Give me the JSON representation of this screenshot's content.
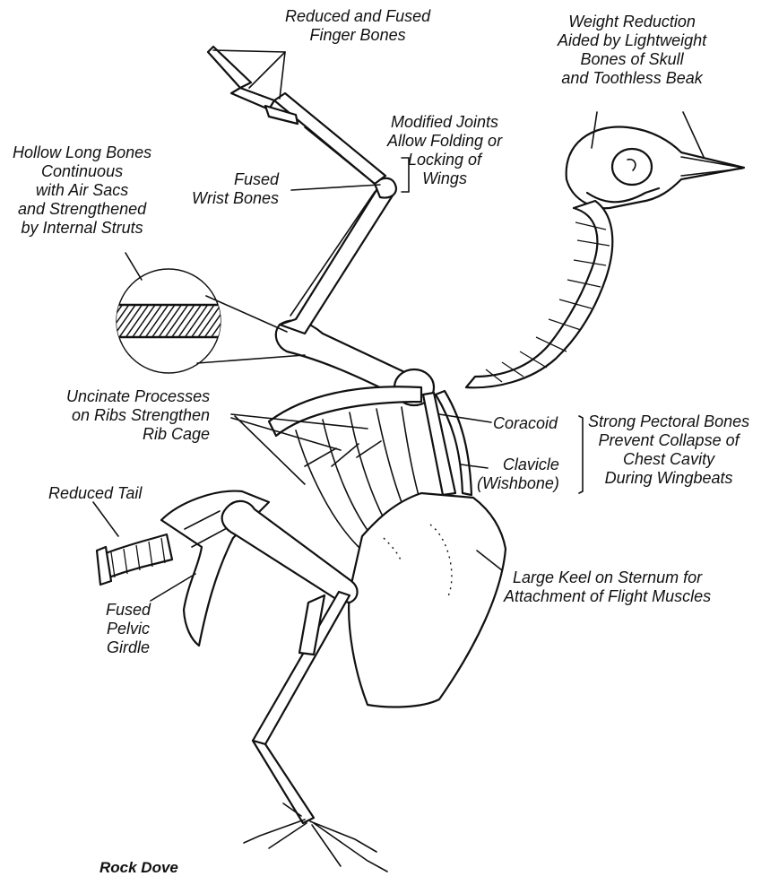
{
  "diagram": {
    "caption": "Rock Dove",
    "labels": {
      "finger_bones": "Reduced and Fused\nFinger Bones",
      "weight_reduction": "Weight Reduction\nAided by Lightweight\nBones of Skull\nand Toothless Beak",
      "modified_joints": "Modified Joints\nAllow Folding or\nLocking of\nWings",
      "hollow_bones": "Hollow Long Bones\nContinuous\nwith Air Sacs\nand Strengthened\nby Internal Struts",
      "wrist_bones": "Fused\nWrist Bones",
      "uncinate": "Uncinate Processes\non Ribs Strengthen\nRib Cage",
      "coracoid": "Coracoid",
      "clavicle": "Clavicle\n(Wishbone)",
      "pectoral": "Strong Pectoral Bones\nPrevent Collapse of\nChest Cavity\nDuring Wingbeats",
      "tail": "Reduced Tail",
      "keel": "Large Keel on Sternum for\nAttachment of Flight Muscles",
      "pelvic": "Fused\nPelvic\nGirdle"
    }
  }
}
